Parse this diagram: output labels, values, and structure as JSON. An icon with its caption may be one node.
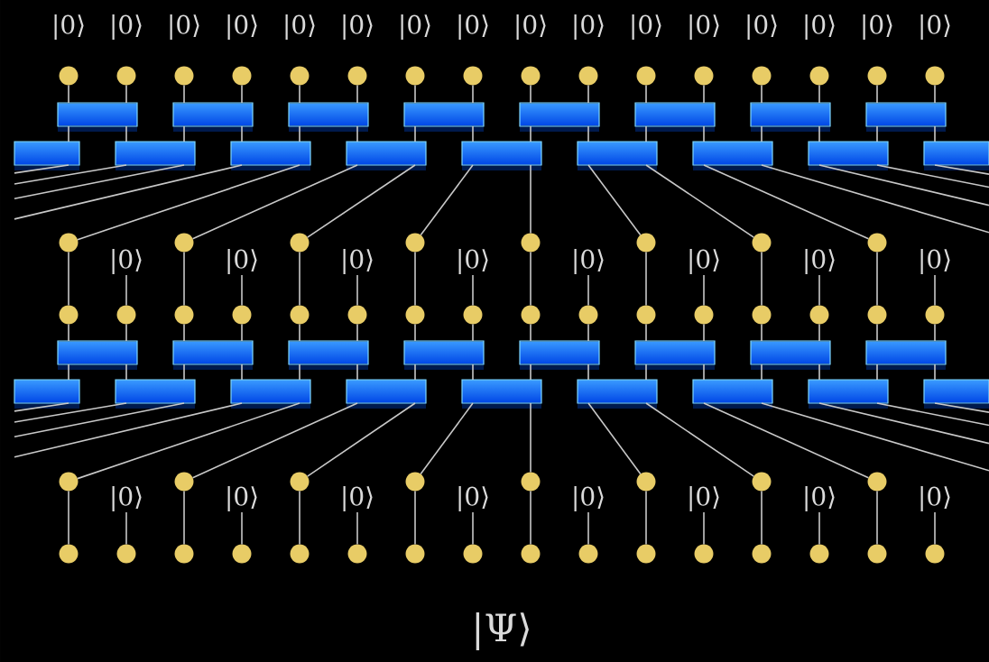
{
  "diagram": {
    "nodes": [
      {
        "text": [],
        "shape": "circle"
      },
      {
        "text": [],
        "shape": "circle"
      },
      {
        "text": [],
        "shape": "circle"
      },
      {
        "text": [],
        "shape": "circle"
      },
      {
        "text": [],
        "shape": "circle"
      },
      {
        "text": [],
        "shape": "circle"
      },
      {
        "text": [],
        "shape": "circle"
      },
      {
        "text": [],
        "shape": "circle"
      },
      {
        "text": [],
        "shape": "circle"
      },
      {
        "text": [],
        "shape": "circle"
      },
      {
        "text": [],
        "shape": "circle"
      },
      {
        "text": [],
        "shape": "circle"
      },
      {
        "text": [],
        "shape": "circle"
      },
      {
        "text": [],
        "shape": "circle"
      },
      {
        "text": [],
        "shape": "circle"
      },
      {
        "text": [],
        "shape": "circle"
      },
      {
        "text": [],
        "shape": "box"
      },
      {
        "text": [],
        "shape": "box"
      },
      {
        "text": [],
        "shape": "box"
      },
      {
        "text": [],
        "shape": "box"
      },
      {
        "text": [],
        "shape": "box"
      },
      {
        "text": [],
        "shape": "box"
      },
      {
        "text": [],
        "shape": "box"
      },
      {
        "text": [],
        "shape": "box"
      },
      {
        "text": [],
        "shape": "box"
      },
      {
        "text": [],
        "shape": "box"
      },
      {
        "text": [],
        "shape": "box"
      },
      {
        "text": [],
        "shape": "box"
      },
      {
        "text": [],
        "shape": "box"
      },
      {
        "text": [],
        "shape": "box"
      },
      {
        "text": [],
        "shape": "box"
      },
      {
        "text": [],
        "shape": "box"
      },
      {
        "text": [],
        "shape": "box"
      },
      {
        "text": [],
        "shape": "circle"
      },
      {
        "text": [],
        "shape": "circle"
      },
      {
        "text": [],
        "shape": "circle"
      },
      {
        "text": [],
        "shape": "circle"
      },
      {
        "text": [],
        "shape": "circle"
      },
      {
        "text": [],
        "shape": "circle"
      },
      {
        "text": [],
        "shape": "circle"
      },
      {
        "text": [],
        "shape": "circle"
      },
      {
        "text": [
          "|0⟩"
        ]
      },
      {
        "text": [
          "|0⟩"
        ]
      },
      {
        "text": [
          "|0⟩"
        ]
      },
      {
        "text": [
          "|0⟩"
        ]
      },
      {
        "text": [
          "|0⟩"
        ]
      },
      {
        "text": [
          "|0⟩"
        ]
      },
      {
        "text": [
          "|0⟩"
        ]
      },
      {
        "text": [
          "|0⟩"
        ]
      },
      {
        "text": [],
        "shape": "circle"
      },
      {
        "text": [],
        "shape": "circle"
      },
      {
        "text": [],
        "shape": "circle"
      },
      {
        "text": [],
        "shape": "circle"
      },
      {
        "text": [],
        "shape": "circle"
      },
      {
        "text": [],
        "shape": "circle"
      },
      {
        "text": [],
        "shape": "circle"
      },
      {
        "text": [],
        "shape": "circle"
      },
      {
        "text": [],
        "shape": "circle"
      },
      {
        "text": [],
        "shape": "circle"
      },
      {
        "text": [],
        "shape": "circle"
      },
      {
        "text": [],
        "shape": "circle"
      },
      {
        "text": [],
        "shape": "circle"
      },
      {
        "text": [],
        "shape": "circle"
      },
      {
        "text": [],
        "shape": "circle"
      },
      {
        "text": [],
        "shape": "circle"
      },
      {
        "text": [],
        "shape": "box"
      },
      {
        "text": [],
        "shape": "box"
      },
      {
        "text": [],
        "shape": "box"
      },
      {
        "text": [],
        "shape": "box"
      },
      {
        "text": [],
        "shape": "box"
      },
      {
        "text": [],
        "shape": "box"
      },
      {
        "text": [],
        "shape": "box"
      },
      {
        "text": [],
        "shape": "box"
      },
      {
        "text": [],
        "shape": "box"
      },
      {
        "text": [],
        "shape": "box"
      },
      {
        "text": [],
        "shape": "box"
      },
      {
        "text": [],
        "shape": "box"
      },
      {
        "text": [],
        "shape": "box"
      },
      {
        "text": [],
        "shape": "box"
      },
      {
        "text": [],
        "shape": "box"
      },
      {
        "text": [],
        "shape": "box"
      },
      {
        "text": [],
        "shape": "box"
      },
      {
        "text": [],
        "shape": "circle"
      },
      {
        "text": [],
        "shape": "circle"
      },
      {
        "text": [],
        "shape": "circle"
      },
      {
        "text": [],
        "shape": "circle"
      },
      {
        "text": [],
        "shape": "circle"
      },
      {
        "text": [],
        "shape": "circle"
      },
      {
        "text": [],
        "shape": "circle"
      },
      {
        "text": [],
        "shape": "circle"
      },
      {
        "text": [
          "|0⟩"
        ]
      },
      {
        "text": [
          "|0⟩"
        ]
      },
      {
        "text": [
          "|0⟩"
        ]
      },
      {
        "text": [
          "|0⟩"
        ]
      },
      {
        "text": [
          "|0⟩"
        ]
      },
      {
        "text": [
          "|0⟩"
        ]
      },
      {
        "text": [
          "|0⟩"
        ]
      },
      {
        "text": [
          "|0⟩"
        ]
      },
      {
        "text": [],
        "shape": "circle"
      },
      {
        "text": [],
        "shape": "circle"
      },
      {
        "text": [],
        "shape": "circle"
      },
      {
        "text": [],
        "shape": "circle"
      },
      {
        "text": [],
        "shape": "circle"
      },
      {
        "text": [],
        "shape": "circle"
      },
      {
        "text": [],
        "shape": "circle"
      },
      {
        "text": [],
        "shape": "circle"
      },
      {
        "text": [],
        "shape": "circle"
      },
      {
        "text": [],
        "shape": "circle"
      },
      {
        "text": [],
        "shape": "circle"
      },
      {
        "text": [],
        "shape": "circle"
      },
      {
        "text": [],
        "shape": "circle"
      },
      {
        "text": [],
        "shape": "circle"
      },
      {
        "text": [],
        "shape": "circle"
      },
      {
        "text": [],
        "shape": "circle"
      }
    ],
    "edges": [
      {
        "from": 0,
        "to": 16,
        "arrow": "none"
      },
      {
        "from": 1,
        "to": 16,
        "arrow": "none"
      },
      {
        "from": 2,
        "to": 17,
        "arrow": "none"
      },
      {
        "from": 3,
        "to": 17,
        "arrow": "none"
      },
      {
        "from": 4,
        "to": 18,
        "arrow": "none"
      },
      {
        "from": 5,
        "to": 18,
        "arrow": "none"
      },
      {
        "from": 6,
        "to": 19,
        "arrow": "none"
      },
      {
        "from": 7,
        "to": 19,
        "arrow": "none"
      },
      {
        "from": 8,
        "to": 20,
        "arrow": "none"
      },
      {
        "from": 9,
        "to": 20,
        "arrow": "none"
      },
      {
        "from": 10,
        "to": 21,
        "arrow": "none"
      },
      {
        "from": 11,
        "to": 21,
        "arrow": "none"
      },
      {
        "from": 12,
        "to": 22,
        "arrow": "none"
      },
      {
        "from": 13,
        "to": 22,
        "arrow": "none"
      },
      {
        "from": 14,
        "to": 23,
        "arrow": "none"
      },
      {
        "from": 15,
        "to": 23,
        "arrow": "none"
      },
      {
        "from": 16,
        "to": 24,
        "arrow": "none"
      },
      {
        "from": 16,
        "to": 25,
        "arrow": "none"
      },
      {
        "from": 17,
        "to": 25,
        "arrow": "none"
      },
      {
        "from": 17,
        "to": 26,
        "arrow": "none"
      },
      {
        "from": 18,
        "to": 26,
        "arrow": "none"
      },
      {
        "from": 18,
        "to": 27,
        "arrow": "none"
      },
      {
        "from": 19,
        "to": 27,
        "arrow": "none"
      },
      {
        "from": 19,
        "to": 28,
        "arrow": "none"
      },
      {
        "from": 20,
        "to": 28,
        "arrow": "none"
      },
      {
        "from": 20,
        "to": 29,
        "arrow": "none"
      },
      {
        "from": 21,
        "to": 29,
        "arrow": "none"
      },
      {
        "from": 21,
        "to": 30,
        "arrow": "none"
      },
      {
        "from": 22,
        "to": 30,
        "arrow": "none"
      },
      {
        "from": 22,
        "to": 31,
        "arrow": "none"
      },
      {
        "from": 23,
        "to": 31,
        "arrow": "none"
      },
      {
        "from": 23,
        "to": 32,
        "arrow": "none"
      },
      {
        "from": 24,
        "to": null,
        "arrow": "none"
      },
      {
        "from": 25,
        "to": null,
        "arrow": "none"
      },
      {
        "from": 25,
        "to": null,
        "arrow": "none"
      },
      {
        "from": 26,
        "to": null,
        "arrow": "none"
      },
      {
        "from": 26,
        "to": 33,
        "arrow": "none"
      },
      {
        "from": 27,
        "to": 34,
        "arrow": "none"
      },
      {
        "from": 27,
        "to": 35,
        "arrow": "none"
      },
      {
        "from": 28,
        "to": 36,
        "arrow": "none"
      },
      {
        "from": 28,
        "to": 37,
        "arrow": "none"
      },
      {
        "from": 29,
        "to": 38,
        "arrow": "none"
      },
      {
        "from": 29,
        "to": 39,
        "arrow": "none"
      },
      {
        "from": 30,
        "to": 40,
        "arrow": "none"
      },
      {
        "from": 30,
        "to": null,
        "arrow": "none"
      },
      {
        "from": 31,
        "to": null,
        "arrow": "none"
      },
      {
        "from": 31,
        "to": null,
        "arrow": "none"
      },
      {
        "from": 32,
        "to": null,
        "arrow": "none"
      },
      {
        "from": 33,
        "to": 49,
        "arrow": "none"
      },
      {
        "from": 41,
        "to": 50,
        "arrow": "none"
      },
      {
        "from": 34,
        "to": 51,
        "arrow": "none"
      },
      {
        "from": 42,
        "to": 52,
        "arrow": "none"
      },
      {
        "from": 35,
        "to": 53,
        "arrow": "none"
      },
      {
        "from": 43,
        "to": 54,
        "arrow": "none"
      },
      {
        "from": 36,
        "to": 55,
        "arrow": "none"
      },
      {
        "from": 44,
        "to": 56,
        "arrow": "none"
      },
      {
        "from": 37,
        "to": 57,
        "arrow": "none"
      },
      {
        "from": 45,
        "to": 58,
        "arrow": "none"
      },
      {
        "from": 38,
        "to": 59,
        "arrow": "none"
      },
      {
        "from": 46,
        "to": 60,
        "arrow": "none"
      },
      {
        "from": 39,
        "to": 61,
        "arrow": "none"
      },
      {
        "from": 47,
        "to": 62,
        "arrow": "none"
      },
      {
        "from": 40,
        "to": 63,
        "arrow": "none"
      },
      {
        "from": 48,
        "to": 64,
        "arrow": "none"
      },
      {
        "from": 49,
        "to": 65,
        "arrow": "none"
      },
      {
        "from": 50,
        "to": 65,
        "arrow": "none"
      },
      {
        "from": 51,
        "to": 66,
        "arrow": "none"
      },
      {
        "from": 52,
        "to": 66,
        "arrow": "none"
      },
      {
        "from": 53,
        "to": 67,
        "arrow": "none"
      },
      {
        "from": 54,
        "to": 67,
        "arrow": "none"
      },
      {
        "from": 55,
        "to": 68,
        "arrow": "none"
      },
      {
        "from": 56,
        "to": 68,
        "arrow": "none"
      },
      {
        "from": 57,
        "to": 69,
        "arrow": "none"
      },
      {
        "from": 58,
        "to": 69,
        "arrow": "none"
      },
      {
        "from": 59,
        "to": 70,
        "arrow": "none"
      },
      {
        "from": 60,
        "to": 70,
        "arrow": "none"
      },
      {
        "from": 61,
        "to": 71,
        "arrow": "none"
      },
      {
        "from": 62,
        "to": 71,
        "arrow": "none"
      },
      {
        "from": 63,
        "to": 72,
        "arrow": "none"
      },
      {
        "from": 64,
        "to": 72,
        "arrow": "none"
      },
      {
        "from": 65,
        "to": 73,
        "arrow": "none"
      },
      {
        "from": 65,
        "to": 74,
        "arrow": "none"
      },
      {
        "from": 66,
        "to": 74,
        "arrow": "none"
      },
      {
        "from": 66,
        "to": 75,
        "arrow": "none"
      },
      {
        "from": 67,
        "to": 75,
        "arrow": "none"
      },
      {
        "from": 67,
        "to": 76,
        "arrow": "none"
      },
      {
        "from": 68,
        "to": 76,
        "arrow": "none"
      },
      {
        "from": 68,
        "to": 77,
        "arrow": "none"
      },
      {
        "from": 69,
        "to": 77,
        "arrow": "none"
      },
      {
        "from": 69,
        "to": 78,
        "arrow": "none"
      },
      {
        "from": 70,
        "to": 78,
        "arrow": "none"
      },
      {
        "from": 70,
        "to": 79,
        "arrow": "none"
      },
      {
        "from": 71,
        "to": 79,
        "arrow": "none"
      },
      {
        "from": 71,
        "to": 80,
        "arrow": "none"
      },
      {
        "from": 72,
        "to": 80,
        "arrow": "none"
      },
      {
        "from": 72,
        "to": 81,
        "arrow": "none"
      },
      {
        "from": 73,
        "to": null,
        "arrow": "none"
      },
      {
        "from": 74,
        "to": null,
        "arrow": "none"
      },
      {
        "from": 74,
        "to": null,
        "arrow": "none"
      },
      {
        "from": 75,
        "to": null,
        "arrow": "none"
      },
      {
        "from": 75,
        "to": 82,
        "arrow": "none"
      },
      {
        "from": 76,
        "to": 83,
        "arrow": "none"
      },
      {
        "from": 76,
        "to": 84,
        "arrow": "none"
      },
      {
        "from": 77,
        "to": 85,
        "arrow": "none"
      },
      {
        "from": 77,
        "to": 86,
        "arrow": "none"
      },
      {
        "from": 78,
        "to": 87,
        "arrow": "none"
      },
      {
        "from": 78,
        "to": 88,
        "arrow": "none"
      },
      {
        "from": 79,
        "to": 89,
        "arrow": "none"
      },
      {
        "from": 79,
        "to": null,
        "arrow": "none"
      },
      {
        "from": 80,
        "to": null,
        "arrow": "none"
      },
      {
        "from": 80,
        "to": null,
        "arrow": "none"
      },
      {
        "from": 81,
        "to": null,
        "arrow": "none"
      },
      {
        "from": 82,
        "to": 98,
        "arrow": "none"
      },
      {
        "from": 90,
        "to": 99,
        "arrow": "none"
      },
      {
        "from": 83,
        "to": 100,
        "arrow": "none"
      },
      {
        "from": 91,
        "to": 101,
        "arrow": "none"
      },
      {
        "from": 84,
        "to": 102,
        "arrow": "none"
      },
      {
        "from": 92,
        "to": 103,
        "arrow": "none"
      },
      {
        "from": 85,
        "to": 104,
        "arrow": "none"
      },
      {
        "from": 93,
        "to": 105,
        "arrow": "none"
      },
      {
        "from": 86,
        "to": 106,
        "arrow": "none"
      },
      {
        "from": 94,
        "to": 107,
        "arrow": "none"
      },
      {
        "from": 87,
        "to": 108,
        "arrow": "none"
      },
      {
        "from": 95,
        "to": 109,
        "arrow": "none"
      },
      {
        "from": 88,
        "to": 110,
        "arrow": "none"
      },
      {
        "from": 96,
        "to": 111,
        "arrow": "none"
      },
      {
        "from": 89,
        "to": 112,
        "arrow": "none"
      },
      {
        "from": 97,
        "to": 113,
        "arrow": "none"
      }
    ],
    "labels": [
      "|0⟩",
      "|0⟩",
      "|0⟩",
      "|0⟩",
      "|0⟩",
      "|0⟩",
      "|0⟩",
      "|0⟩",
      "|0⟩",
      "|0⟩",
      "|0⟩",
      "|0⟩",
      "|0⟩",
      "|0⟩",
      "|0⟩",
      "|0⟩",
      "|Ψ⟩"
    ]
  }
}
